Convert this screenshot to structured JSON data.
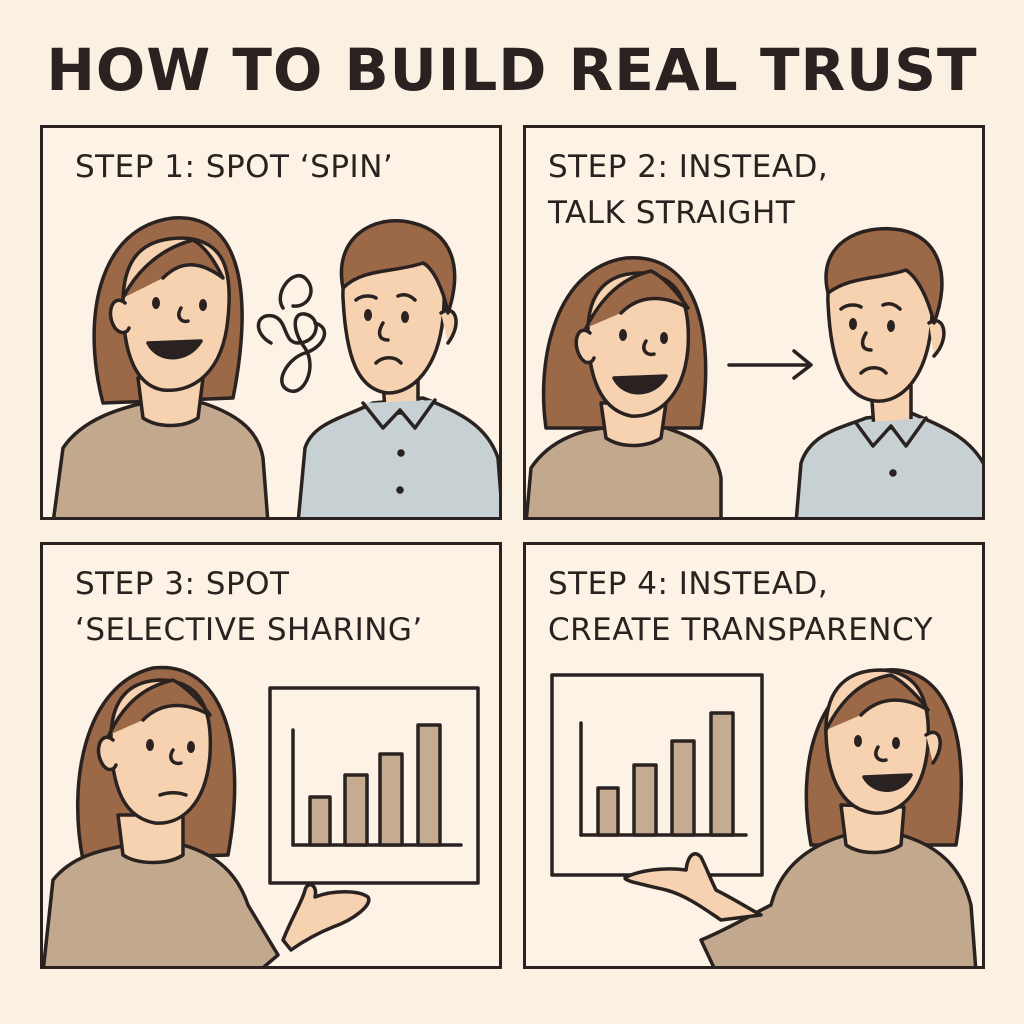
{
  "title": "HOW TO BUILD REAL TRUST",
  "panels": [
    {
      "step": "STEP 1:  SPOT ‘SPIN’",
      "caption": "STEP 1:  SPOT ‘SPIN’",
      "icon": "tangled-loop-icon"
    },
    {
      "caption": "STEP 2: INSTEAD,\nTALK STRAIGHT",
      "icon": "arrow-right-icon"
    },
    {
      "caption": "STEP 3:  SPOT\n‘SELECTIVE SHARING’",
      "icon": "bar-chart-icon"
    },
    {
      "caption": "STEP 4: INSTEAD,\nCREATE TRANSPARENCY",
      "icon": "bar-chart-icon"
    }
  ],
  "colors": {
    "background": "#fbf1e3",
    "outline": "#2a2220",
    "hair": "#9b6848",
    "skin": "#f6d2b0",
    "sweater": "#c2a98e",
    "shirt": "#c7d0d2",
    "bar": "#c5ac90"
  }
}
